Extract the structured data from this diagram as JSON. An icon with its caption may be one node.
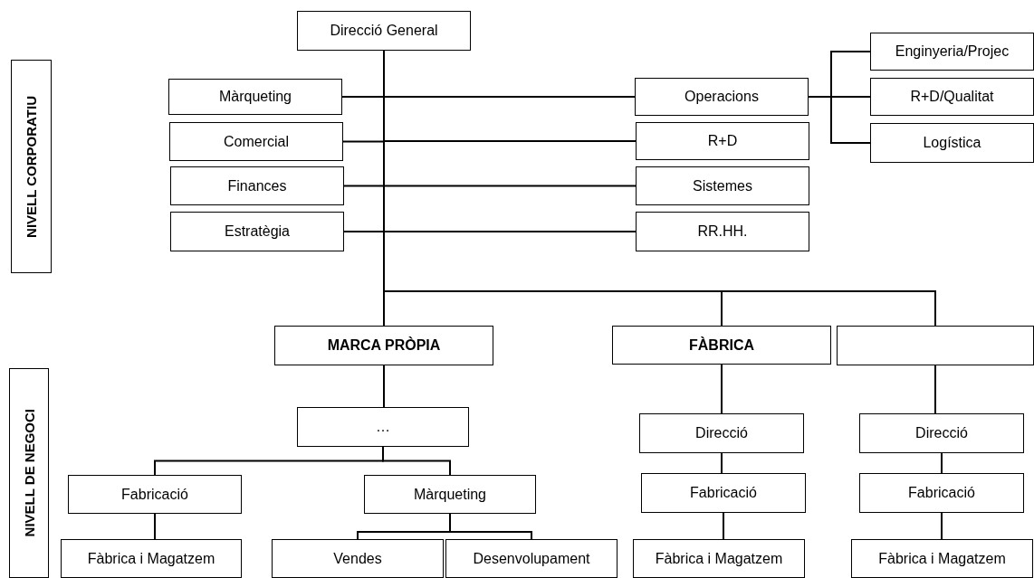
{
  "diagram": {
    "nodes": [
      {
        "text": [
          "Direcció General"
        ]
      },
      {
        "text": [
          "Màrqueting"
        ]
      },
      {
        "text": [
          "Comercial"
        ]
      },
      {
        "text": [
          "Finances"
        ]
      },
      {
        "text": [
          "Estratègia"
        ]
      },
      {
        "text": [
          "Operacions"
        ]
      },
      {
        "text": [
          "R+D"
        ]
      },
      {
        "text": [
          "Sistemes"
        ]
      },
      {
        "text": [
          "RR.HH."
        ]
      },
      {
        "text": [
          "Enginyeria/Projec"
        ]
      },
      {
        "text": [
          "R+D/Qualitat"
        ]
      },
      {
        "text": [
          "Logística"
        ]
      },
      {
        "text": [
          "MARCA PRÒPIA"
        ]
      },
      {
        "text": [
          "FÀBRICA"
        ]
      },
      {
        "text": [],
        "shape": "box"
      },
      {
        "text": [
          "…"
        ]
      },
      {
        "text": [
          "Fabricació"
        ]
      },
      {
        "text": [
          "Màrqueting"
        ]
      },
      {
        "text": [
          "Fàbrica i Magatzem"
        ]
      },
      {
        "text": [
          "Vendes"
        ]
      },
      {
        "text": [
          "Desenvolupament"
        ]
      },
      {
        "text": [
          "Direcció"
        ]
      },
      {
        "text": [
          "Fabricació"
        ]
      },
      {
        "text": [
          "Fàbrica i Magatzem"
        ]
      },
      {
        "text": [
          "Direcció"
        ]
      },
      {
        "text": [
          "Fabricació"
        ]
      },
      {
        "text": [
          "Fàbrica i Magatzem"
        ]
      },
      {
        "text": [
          "NIVELL CORPORATIU"
        ]
      },
      {
        "text": [
          "NIVELL DE NEGOCI"
        ]
      }
    ],
    "edges": [
      {
        "from": 0,
        "to": 1,
        "arrow": "none"
      },
      {
        "from": 0,
        "to": 2,
        "arrow": "none"
      },
      {
        "from": 0,
        "to": 3,
        "arrow": "none"
      },
      {
        "from": 0,
        "to": 4,
        "arrow": "none"
      },
      {
        "from": 0,
        "to": 5,
        "arrow": "none"
      },
      {
        "from": 0,
        "to": 6,
        "arrow": "none"
      },
      {
        "from": 0,
        "to": 7,
        "arrow": "none"
      },
      {
        "from": 0,
        "to": 8,
        "arrow": "none"
      },
      {
        "from": 5,
        "to": 9,
        "arrow": "none"
      },
      {
        "from": 5,
        "to": 10,
        "arrow": "none"
      },
      {
        "from": 5,
        "to": 11,
        "arrow": "none"
      },
      {
        "from": 0,
        "to": 12,
        "arrow": "none"
      },
      {
        "from": 0,
        "to": 13,
        "arrow": "none"
      },
      {
        "from": 0,
        "to": 14,
        "arrow": "none"
      },
      {
        "from": 12,
        "to": 15,
        "arrow": "none"
      },
      {
        "from": 15,
        "to": 16,
        "arrow": "none"
      },
      {
        "from": 15,
        "to": 17,
        "arrow": "none"
      },
      {
        "from": 16,
        "to": 18,
        "arrow": "none"
      },
      {
        "from": 17,
        "to": 19,
        "arrow": "none"
      },
      {
        "from": 17,
        "to": 20,
        "arrow": "none"
      },
      {
        "from": 13,
        "to": 21,
        "arrow": "none"
      },
      {
        "from": 21,
        "to": 22,
        "arrow": "none"
      },
      {
        "from": 22,
        "to": 23,
        "arrow": "none"
      },
      {
        "from": 14,
        "to": 24,
        "arrow": "none"
      },
      {
        "from": 24,
        "to": 25,
        "arrow": "none"
      },
      {
        "from": 25,
        "to": 26,
        "arrow": "none"
      }
    ]
  }
}
